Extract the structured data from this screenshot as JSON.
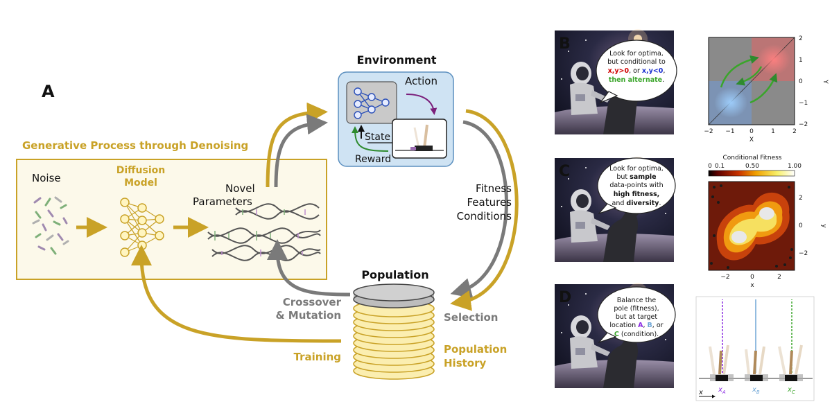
{
  "colors": {
    "gold": "#c9a227",
    "gold_dark": "#b8921a",
    "gray_arrow": "#7a7a7a",
    "panel_fill": "#fcf9ea",
    "env_fill": "#cfe3f3",
    "env_stroke": "#5b8fbf",
    "nn_blue": "#2a4fb8",
    "purple": "#7b1f7b",
    "green": "#2e8b2e",
    "red_text": "#d00000",
    "blue_text": "#1a2fd0",
    "green_text": "#3aa52a",
    "purple_text": "#8a2be2",
    "blue_mid": "#6fa6d6"
  },
  "panel_a": {
    "letter": "A",
    "generative_title": "Generative Process through Denoising",
    "noise": "Noise",
    "diffusion_line1": "Diffusion",
    "diffusion_line2": "Model",
    "novel_line1": "Novel",
    "novel_line2": "Parameters",
    "environment": "Environment",
    "action": "Action",
    "state": "State",
    "reward": "Reward",
    "fitness_lines": [
      "Fitness",
      "Features",
      "Conditions"
    ],
    "population": "Population",
    "crossover_line1": "Crossover",
    "crossover_line2": "& Mutation",
    "selection": "Selection",
    "pop_history_line1": "Population",
    "pop_history_line2": "History",
    "training": "Training"
  },
  "panel_b": {
    "letter": "B",
    "bubble": {
      "l1": "Look for optima,",
      "l2": "but conditional to",
      "l3a": "x,y>0",
      "l3b": ", or ",
      "l3c": "x,y<0",
      "l3d": ",",
      "l4": "then alternate",
      "l4b": "."
    },
    "plot": {
      "xlabel": "X",
      "ylabel": "Y",
      "xticks": [
        "−2",
        "−1",
        "0",
        "1",
        "2"
      ],
      "yticks": [
        "2",
        "1",
        "0",
        "−1",
        "−2"
      ]
    }
  },
  "panel_c": {
    "letter": "C",
    "bubble": {
      "l1": "Look for optima,",
      "l2a": "but ",
      "l2b": "sample",
      "l3": "data-points with",
      "l4": "high fitness,",
      "l5a": "and ",
      "l5b": "diversity",
      "l5c": "."
    },
    "colorbar_title": "Conditional Fitness",
    "colorbar_ticks": [
      "0",
      "0.1",
      "0.50",
      "1.00"
    ],
    "plot": {
      "xlabel": "x",
      "ylabel": "y",
      "xticks": [
        "−2",
        "0",
        "2"
      ],
      "yticks": [
        "2",
        "0",
        "−2"
      ]
    }
  },
  "panel_d": {
    "letter": "D",
    "bubble": {
      "l1": "Balance the",
      "l2": "pole (fitness),",
      "l3": "but at target",
      "l4a": "location ",
      "l4b": "A",
      "l4c": ", ",
      "l4d": "B",
      "l4e": ", or",
      "l5a": "C",
      "l5b": " (condition)."
    },
    "labels": [
      "x",
      "A",
      "x",
      "B",
      "x",
      "C"
    ],
    "axis_x": "x"
  }
}
